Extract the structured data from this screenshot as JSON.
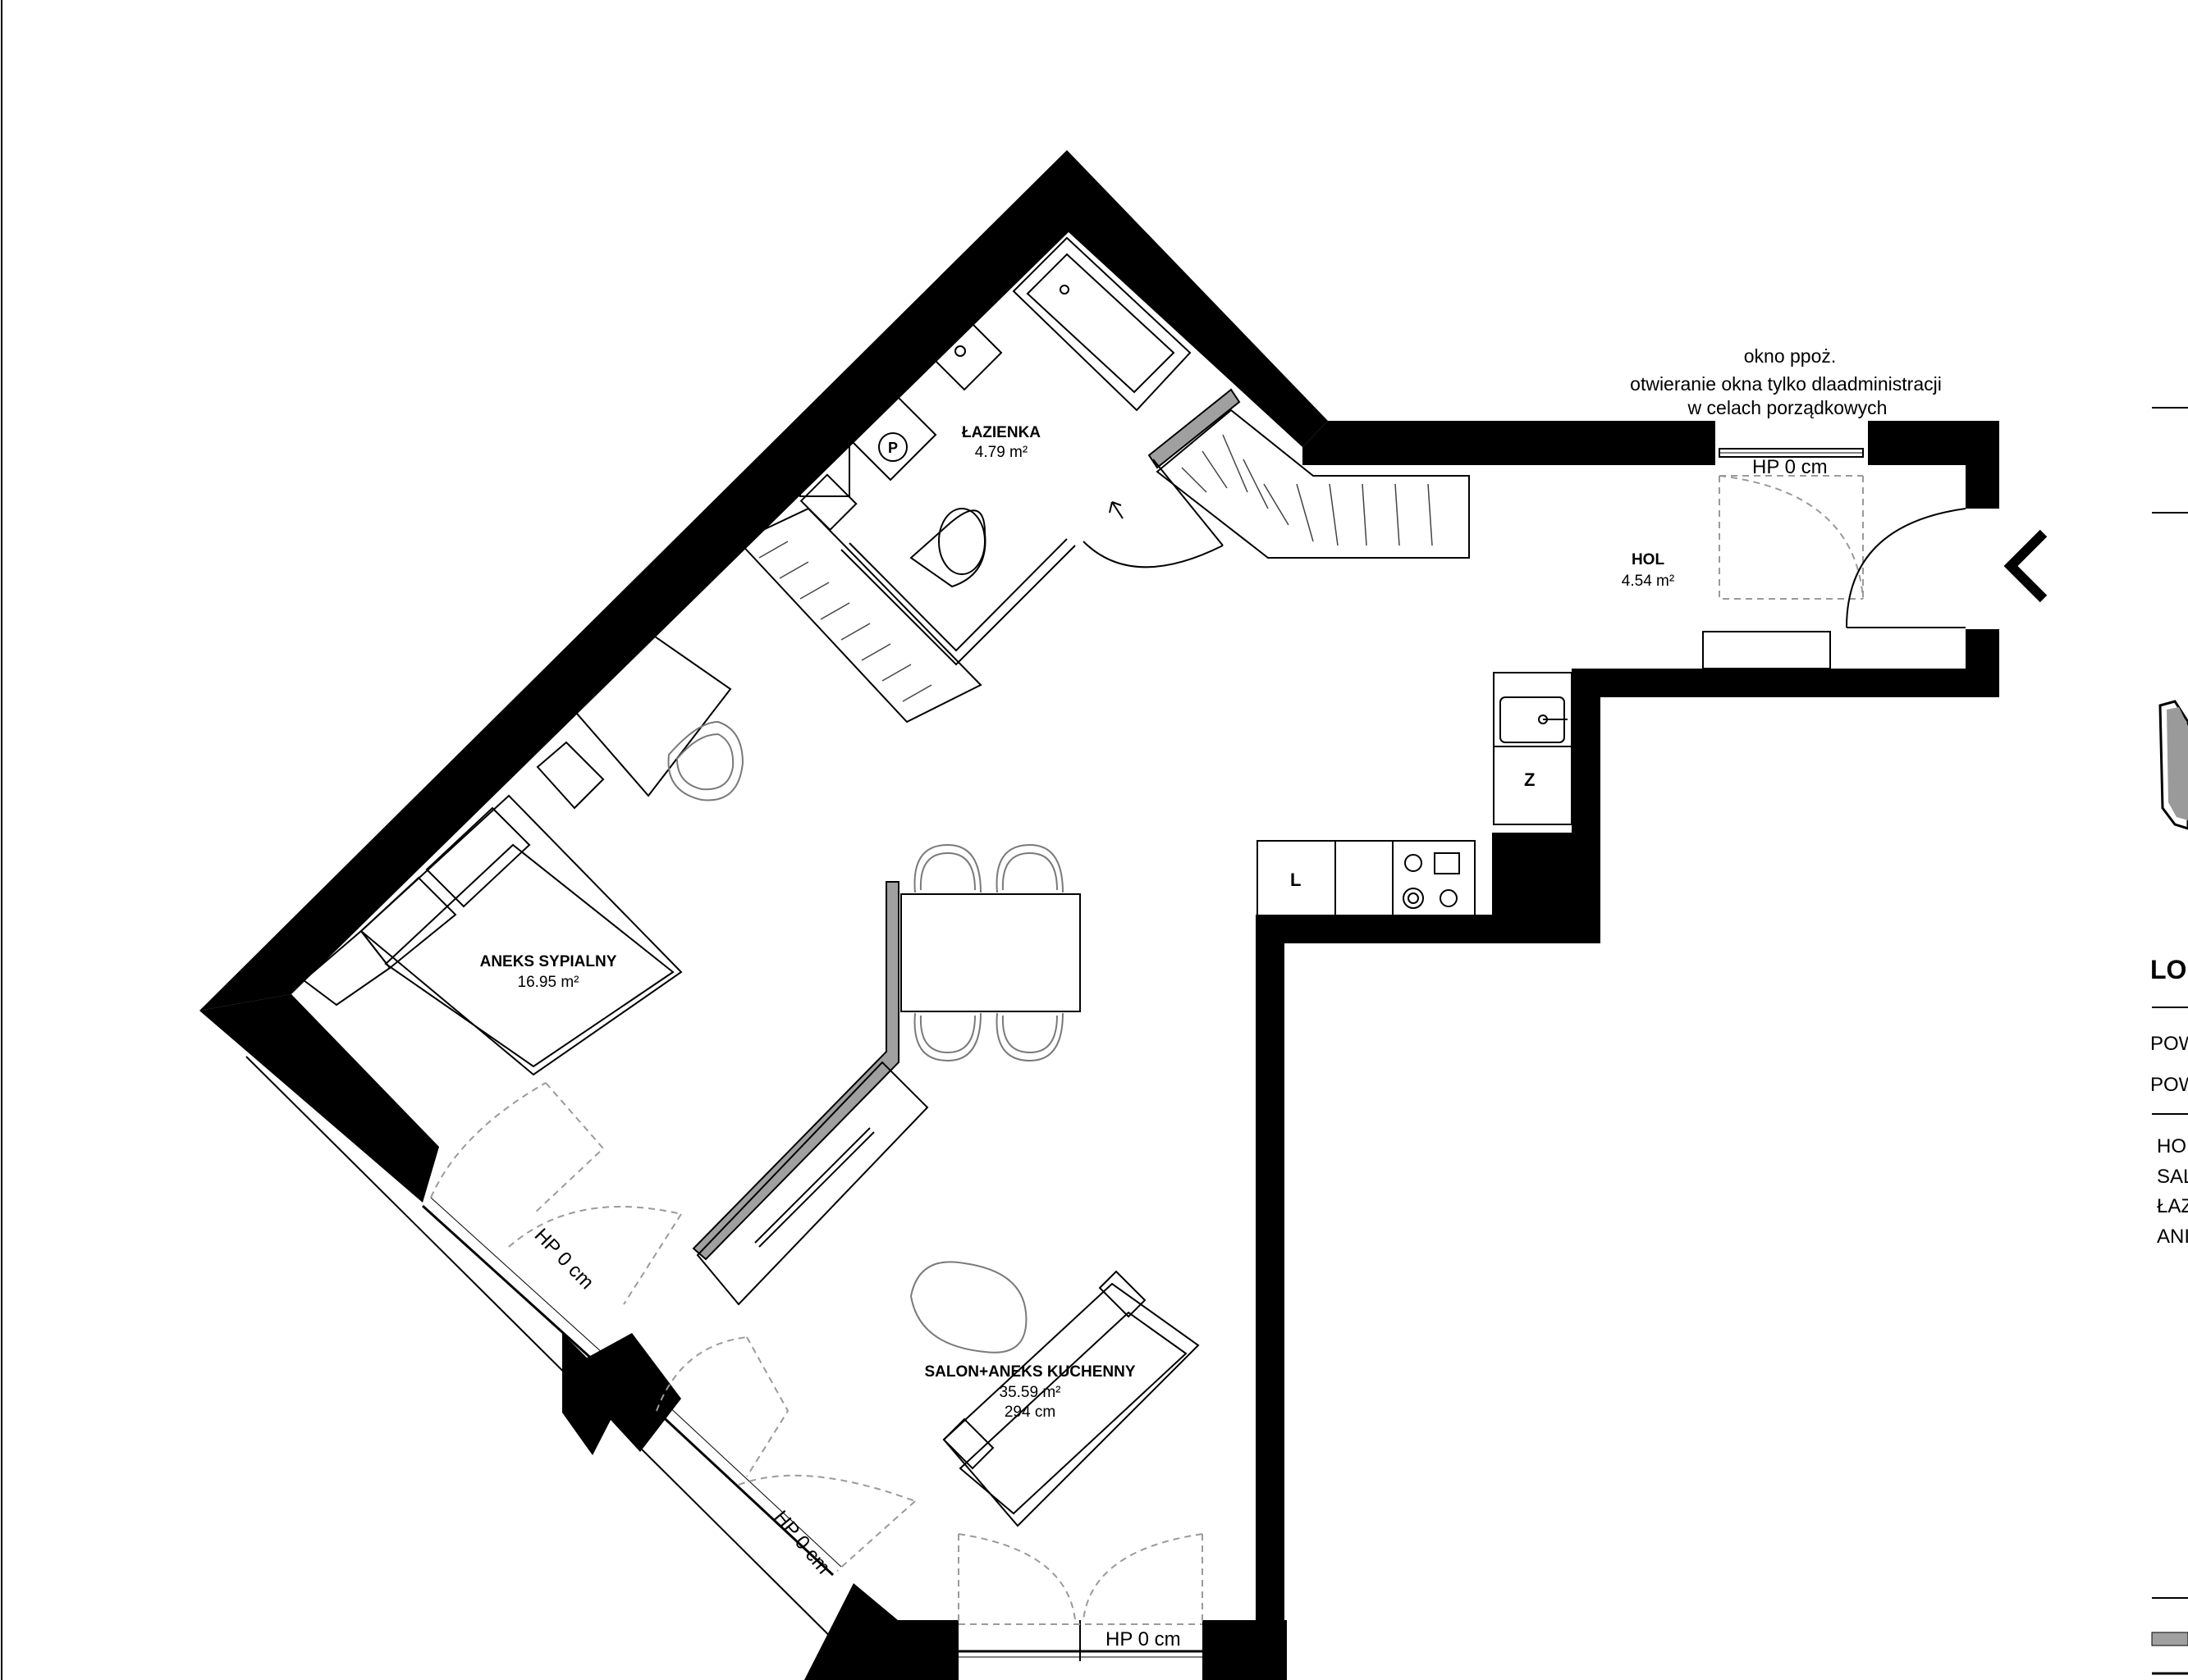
{
  "rooms": [
    {
      "id": "lazienka",
      "name": "ŁAZIENKA",
      "area": "4.79 m²"
    },
    {
      "id": "hol",
      "name": "HOL",
      "area": "4.54 m²"
    },
    {
      "id": "aneks",
      "name": "ANEKS SYPIALNY",
      "area": "16.95 m²"
    },
    {
      "id": "salon",
      "name": "SALON+ANEKS KUCHENNY",
      "area": "35.59 m²",
      "height": "294 cm"
    }
  ],
  "window_note": [
    "okno ppoż.",
    "otwieranie okna tylko dlaadministracji",
    "w celach porządkowych"
  ],
  "window_labels": {
    "top": "HP 0 cm",
    "left_upper": "HP 0 cm",
    "left_lower": "HP 0 cm",
    "bottom": "HP 0 cm"
  },
  "fixture_labels": {
    "lodowka": "L",
    "zmywarka": "Z",
    "pralka": "P"
  },
  "sidebar": {
    "title": "LO",
    "rows": [
      "POW",
      "POW"
    ],
    "list": [
      "HO",
      "SAL",
      "ŁAZ",
      "ANI"
    ]
  }
}
